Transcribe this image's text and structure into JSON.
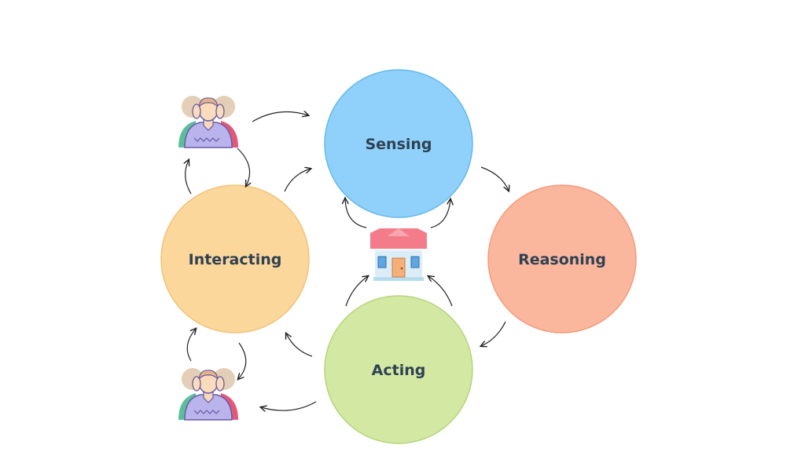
{
  "diagram": {
    "colors": {
      "label": "#2f4152",
      "arrow": "#222222",
      "sensing_fill": "#8fd1fb",
      "sensing_stroke": "#62b8ec",
      "reasoning_fill": "#fbb79e",
      "reasoning_stroke": "#f29a7c",
      "acting_fill": "#d2e8a3",
      "acting_stroke": "#b6d57c",
      "interacting_fill": "#fcd79b",
      "interacting_stroke": "#f0c27a"
    },
    "nodes": {
      "sensing": {
        "label": "Sensing"
      },
      "reasoning": {
        "label": "Reasoning"
      },
      "acting": {
        "label": "Acting"
      },
      "interacting": {
        "label": "Interacting"
      }
    },
    "icons": {
      "center": "house-icon",
      "top_person": "person-icon",
      "bottom_person": "person-icon"
    }
  }
}
